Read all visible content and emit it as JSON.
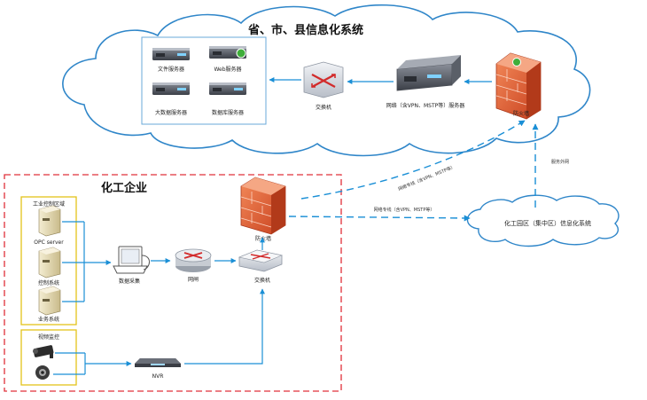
{
  "cloud_top": {
    "title": "省、市、县信息化系统"
  },
  "servers": {
    "file": "文件服务器",
    "web": "Web服务器",
    "bigdata": "大数据服务器",
    "database": "数据库服务器"
  },
  "top_switch": "交换机",
  "net_server": "网络（含VPN、MSTP等）服务器",
  "top_firewall": "防火墙",
  "enterprise": {
    "title": "化工企业",
    "industrial_zone": "工业控制区域",
    "opc": "OPC server",
    "control": "控制系统",
    "business": "业务系统",
    "data_collect": "数据采集",
    "gateway": "网闸",
    "switch": "交换机",
    "firewall": "防火墙",
    "video": "视频监控",
    "nvr": "NVR"
  },
  "links": {
    "net_special_upper": "网络专线（含VPN、MSTP等）",
    "net_special_lower": "网络专线（含VPN、MSTP等）",
    "service_exposed": "服务外网"
  },
  "cloud_park": {
    "title": "化工园区（集中区）信息化系统"
  }
}
